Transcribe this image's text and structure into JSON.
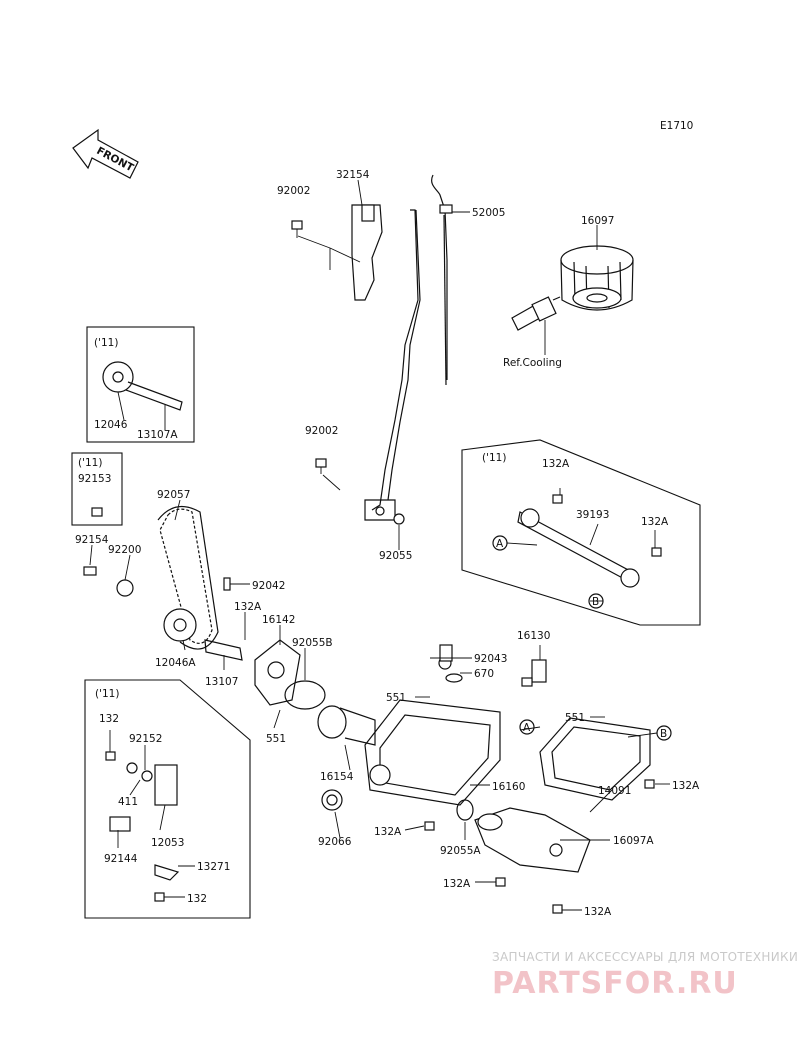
{
  "diagram_code": "E1710",
  "front_label": "FRONT",
  "reference_label": "Ref.Cooling",
  "inset_tag": "('11)",
  "parts": {
    "p32154": "32154",
    "p92002a": "92002",
    "p52005": "52005",
    "p16097": "16097",
    "p92002b": "92002",
    "p92055": "92055",
    "p12046": "12046",
    "p13107A": "13107A",
    "p92153": "92153",
    "p92057": "92057",
    "p92154": "92154",
    "p92200": "92200",
    "p92042": "92042",
    "p132A_pump": "132A",
    "p16142": "16142",
    "p92055B": "92055B",
    "p12046A": "12046A",
    "p13107": "13107",
    "p551a": "551",
    "p132A_pipe1": "132A",
    "p39193": "39193",
    "p132A_pipe2": "132A",
    "p16130": "16130",
    "p92043": "92043",
    "p670": "670",
    "p551b": "551",
    "p551c": "551",
    "p16154": "16154",
    "p16160": "16160",
    "p14091": "14091",
    "p132A_cover": "132A",
    "p92066": "92066",
    "p132A_pan": "132A",
    "p92055A": "92055A",
    "p16097A": "16097A",
    "p132A_el1": "132A",
    "p132A_el2": "132A",
    "p132": "132",
    "p92152": "92152",
    "p411": "411",
    "p12053": "12053",
    "p92144": "92144",
    "p13271": "13271",
    "p132b": "132"
  },
  "callouts": {
    "a": "A",
    "b": "B"
  },
  "watermark": {
    "line1": "ЗАПЧАСТИ И АКСЕССУАРЫ ДЛЯ МОТОТЕХНИКИ",
    "line2": "PARTSFOR.RU"
  }
}
